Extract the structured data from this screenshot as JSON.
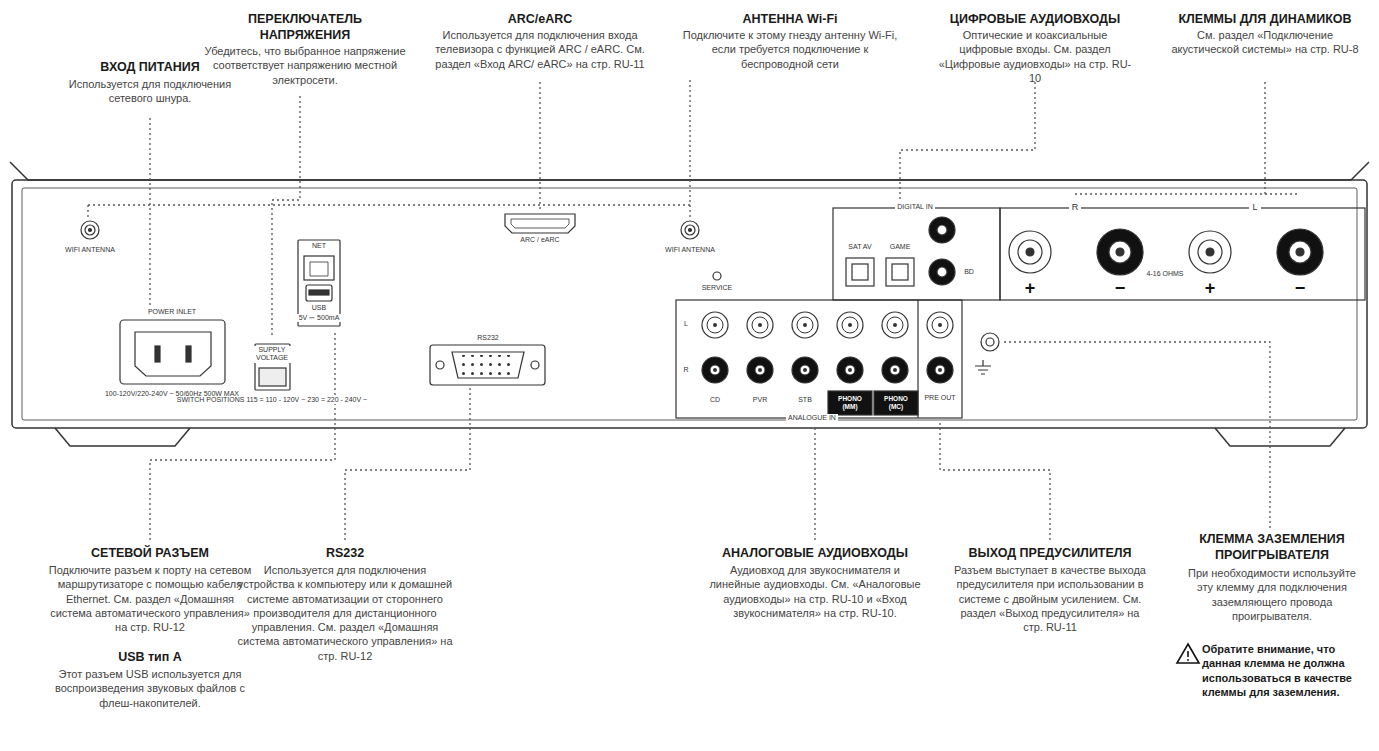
{
  "diagram": {
    "labels": [
      "ВХОД ПИТАНИЯ",
      "Используется для подключения сетевого шнура.",
      "ПЕРЕКЛЮЧАТЕЛЬ НАПРЯЖЕНИЯ",
      "Убедитесь, что выбранное напряжение соответствует напряжению местной электросети.",
      "ARC/eARC",
      "Используется для подключения входа телевизора с функцией ARC / eARC. См. раздел «Вход ARC/ eARC» на стр. RU-11",
      "АНТЕННА Wi-Fi",
      "Подключите к этому гнезду антенну Wi-Fi, если требуется подключение к беспроводной сети",
      "ЦИФРОВЫЕ АУДИОВХОДЫ",
      "Оптические и коаксиальные цифровые входы. См. раздел «Цифровые аудиовходы» на стр. RU-10",
      "КЛЕММЫ ДЛЯ ДИНАМИКОВ",
      "См. раздел «Подключение акустической системы» на стр. RU-8",
      "СЕТЕВОЙ РАЗЪЕМ",
      "Подключите разъем к порту на сетевом маршрутизаторе с помощью кабеля Ethernet. См. раздел «Домашняя система автоматического управления» на стр. RU-12",
      "USB тип A",
      "Этот разъем USB используется для воспроизведения звуковых файлов с флеш-накопителей.",
      "RS232",
      "Используется для подключения устройства к компьютеру или к домашней системе автоматизации от стороннего производителя для дистанционного управления. См. раздел «Домашняя система автоматического управления» на стр. RU-12",
      "АНАЛОГОВЫЕ АУДИОВХОДЫ",
      "Аудиовход для звукоснимателя и линейные аудиовходы. См. «Аналоговые аудиовходы» на стр. RU-10 и «Вход звукоснимателя» на стр. RU-10.",
      "ВЫХОД ПРЕДУСИЛИТЕЛЯ",
      "Разъем выступает в качестве выхода предусилителя при использовании в системе с двойным усилением. См. раздел «Выход предусилителя» на стр. RU-11",
      "КЛЕММА ЗАЗЕМЛЕНИЯ ПРОИГРЫВАТЕЛЯ",
      "При необходимости используйте эту клемму для подключения заземляющего провода проигрывателя.",
      "Обратите внимание, что данная клемма не должна использоваться в качестве клеммы для заземления.",
      "WIFI ANTENNA",
      "POWER INLET",
      "100-120V/220-240V ~ 50/60Hz 500W MAX",
      "SUPPLY VOLTAGE",
      "SWITCH POSITIONS 115 = 110 - 120V ~ 230 = 220 - 240V ~",
      "NET",
      "USB",
      "5V ⎓ 500mA",
      "RS232",
      "ARC / eARC",
      "WIFI ANTENNA",
      "SERVICE",
      "DIGITAL IN",
      "SAT AV",
      "GAME",
      "BD",
      "L",
      "R",
      "CD",
      "PVR",
      "STB",
      "PHONO (MM)",
      "PHONO (MC)",
      "PRE OUT",
      "ANALOGUE IN",
      "R",
      "L",
      "4-16 OHMS",
      "+",
      "−",
      "+",
      "−"
    ]
  }
}
